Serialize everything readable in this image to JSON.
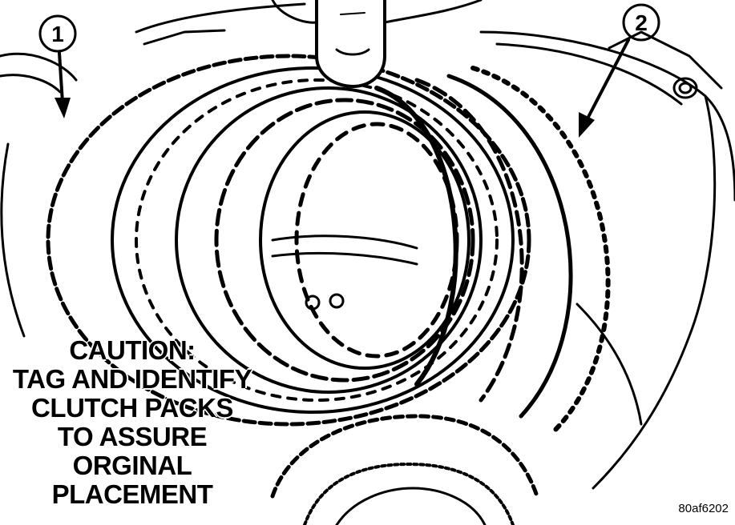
{
  "callouts": [
    {
      "label": "1"
    },
    {
      "label": "2"
    }
  ],
  "caution": {
    "lines": [
      "CAUTION:",
      "TAG AND IDENTIFY",
      "CLUTCH PACKS",
      "TO ASSURE",
      "ORGINAL",
      "PLACEMENT"
    ]
  },
  "figure_id": "80af6202"
}
